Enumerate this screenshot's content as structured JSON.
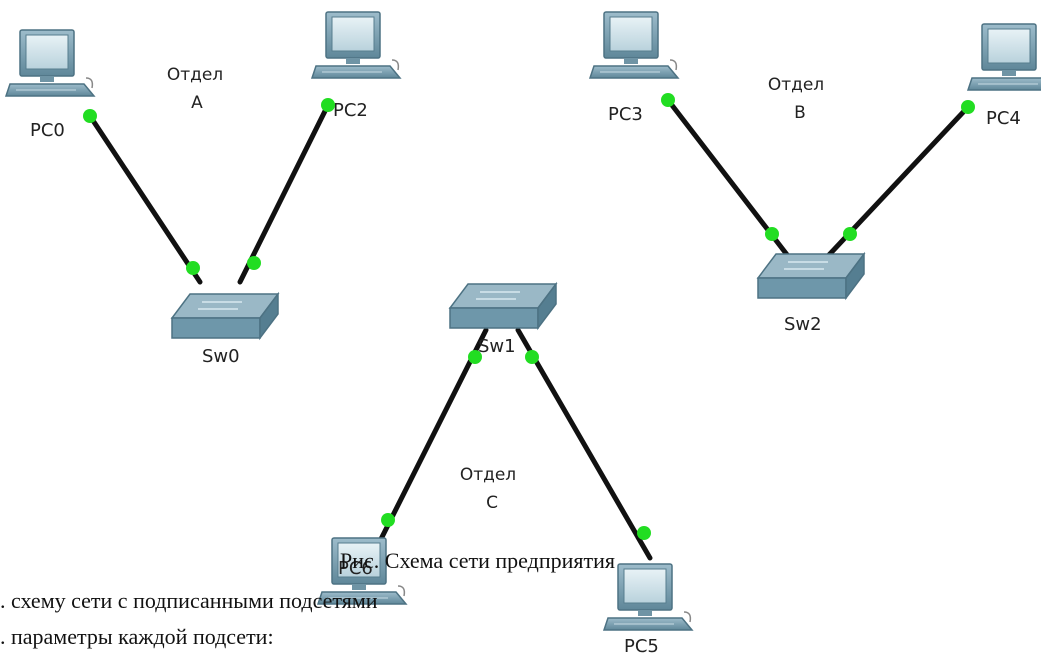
{
  "departments": [
    {
      "line1": "Отдел",
      "line2": "A"
    },
    {
      "line1": "Отдел",
      "line2": "B"
    },
    {
      "line1": "Отдел",
      "line2": "C"
    }
  ],
  "devices": {
    "pc0": "PC0",
    "pc2": "PC2",
    "pc3": "PC3",
    "pc4": "PC4",
    "pc5": "PC5",
    "pc6": "PC6",
    "sw0": "Sw0",
    "sw1": "Sw1",
    "sw2": "Sw2"
  },
  "caption": "Рис. Схема сети предприятия",
  "list_items": [
    ".   схему сети с подписанными подсетями",
    ".   параметры каждой подсети:"
  ],
  "colors": {
    "link": "#111111",
    "port_up": "#22dd22",
    "device": "#6f9bb0"
  }
}
